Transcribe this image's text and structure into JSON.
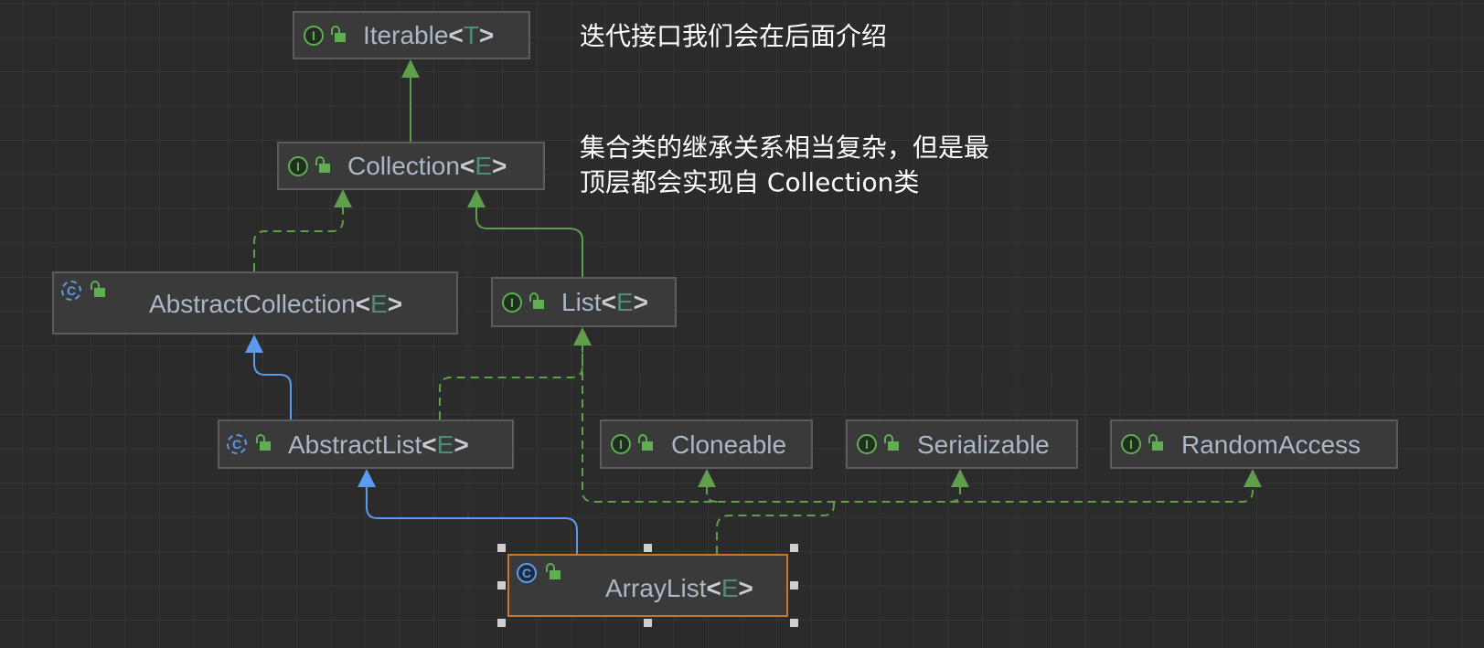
{
  "nodes": {
    "iterable": {
      "name": "Iterable",
      "type_param": "T",
      "kind": "interface"
    },
    "collection": {
      "name": "Collection",
      "type_param": "E",
      "kind": "interface"
    },
    "abstract_collection": {
      "name": "AbstractCollection",
      "type_param": "E",
      "kind": "abstract-class"
    },
    "list": {
      "name": "List",
      "type_param": "E",
      "kind": "interface"
    },
    "abstract_list": {
      "name": "AbstractList",
      "type_param": "E",
      "kind": "abstract-class"
    },
    "cloneable": {
      "name": "Cloneable",
      "kind": "interface"
    },
    "serializable": {
      "name": "Serializable",
      "kind": "interface"
    },
    "random_access": {
      "name": "RandomAccess",
      "kind": "interface"
    },
    "array_list": {
      "name": "ArrayList",
      "type_param": "E",
      "kind": "class",
      "selected": true
    }
  },
  "badges": {
    "interface": "I",
    "class": "C"
  },
  "generic": {
    "open": "<",
    "close": ">"
  },
  "notes": {
    "iterator": "迭代接口我们会在后面介绍",
    "collection_line1": "集合类的继承关系相当复杂，但是最",
    "collection_line2": "顶层都会实现自 Collection类"
  },
  "colors": {
    "background": "#2b2b2b",
    "interface_edge": "#5f9e4b",
    "class_edge": "#5a9bf0",
    "selection": "#c8782c"
  }
}
